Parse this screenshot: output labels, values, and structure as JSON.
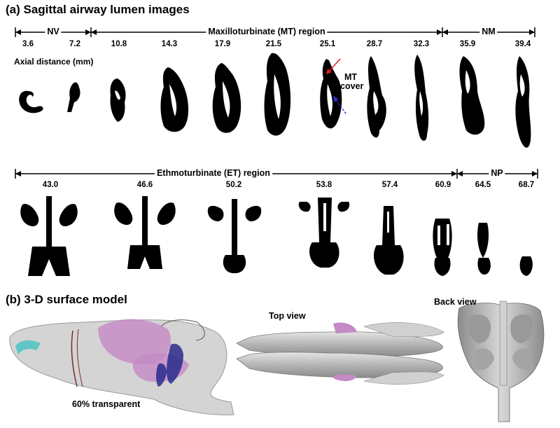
{
  "panel_a": {
    "title": "(a) Sagittal airway lumen images",
    "axial_label": "Axial distance (mm)",
    "mt_cover": [
      "MT",
      "cover"
    ],
    "row1": {
      "regions": [
        "NV",
        "Maxilloturbinate (MT) region",
        "NM"
      ],
      "distances": [
        "3.6",
        "7.2",
        "10.8",
        "14.3",
        "17.9",
        "21.5",
        "25.1",
        "28.7",
        "32.3",
        "35.9",
        "39.4"
      ]
    },
    "row2": {
      "regions": [
        "Ethmoturbinate (ET) region",
        "NP"
      ],
      "distances": [
        "43.0",
        "46.6",
        "50.2",
        "53.8",
        "57.4",
        "60.9",
        "64.5",
        "68.7"
      ]
    }
  },
  "panel_b": {
    "title": "(b) 3-D surface model",
    "transparent_label": "60% transparent",
    "top_view_label": "Top view",
    "back_view_label": "Back view"
  },
  "colors": {
    "lumen": "#000000",
    "surface_gray": "#b8b8b8",
    "highlight_magenta": "#c48ac4",
    "highlight_blue": "#2a2a8c",
    "highlight_cyan": "#5fc6c6",
    "arrow_red": "#e02020",
    "arrow_blue": "#3030e0"
  }
}
